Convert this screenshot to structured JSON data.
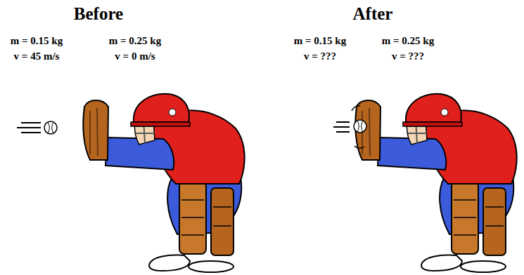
{
  "diagram": {
    "labels": [
      "Before",
      "After",
      "m = 0.15 kg",
      "v = 45 m/s",
      "m = 0.25 kg",
      "v = 0 m/s",
      "m = 0.15 kg",
      "v = ???",
      "m = 0.25 kg",
      "v = ???"
    ]
  }
}
